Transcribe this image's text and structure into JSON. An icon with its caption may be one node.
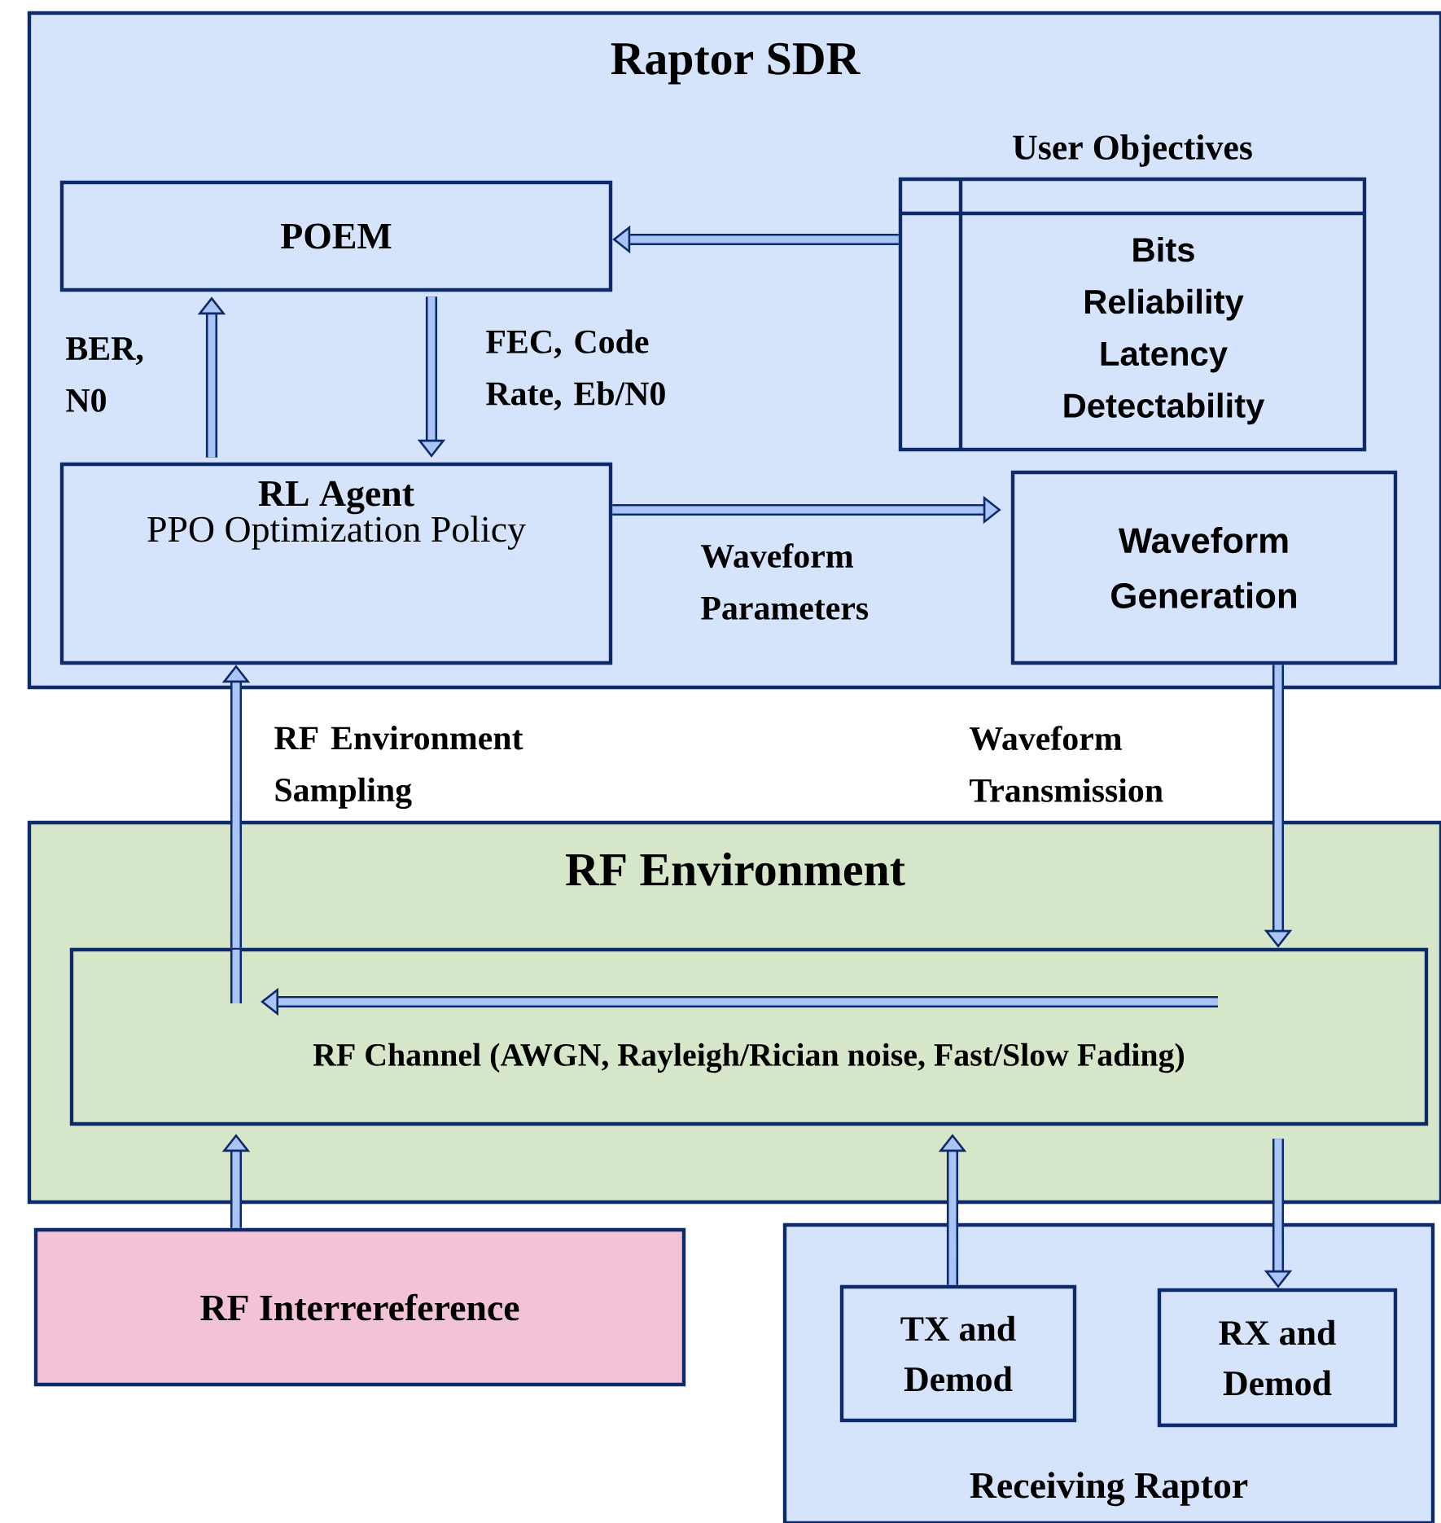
{
  "diagram": {
    "nodes": [
      {
        "text": [
          "Raptor SDR"
        ]
      },
      {
        "text": [
          "POEM"
        ],
        "in": 0
      },
      {
        "text": [
          "User Objectives",
          "Bits",
          "Reliability",
          "Latency",
          "Detectability"
        ],
        "in": 0
      },
      {
        "text": [
          "RL Agent",
          "PPO Optimization Policy"
        ],
        "in": 0
      },
      {
        "text": [
          "Waveform Generation"
        ],
        "in": 0
      },
      {
        "text": [
          "RF Environment"
        ]
      },
      {
        "text": [
          "RF Channel (AWGN, Rayleigh/Rician noise, Fast/Slow Fading)"
        ],
        "in": 5
      },
      {
        "text": [
          "RF Interrereference"
        ]
      },
      {
        "text": [
          "Receiving Raptor"
        ]
      },
      {
        "text": [
          "TX and Demod"
        ],
        "in": 8
      },
      {
        "text": [
          "RX and Demod"
        ],
        "in": 8
      }
    ],
    "edges": [
      {
        "from": 2,
        "to": 1,
        "arrow": "to"
      },
      {
        "from": 3,
        "to": 1,
        "arrow": "to",
        "label": "BER, N0"
      },
      {
        "from": 1,
        "to": 3,
        "arrow": "to",
        "label": "FEC, Code Rate, Eb/N0"
      },
      {
        "from": 3,
        "to": 4,
        "arrow": "to",
        "label": "Waveform Parameters"
      },
      {
        "from": 4,
        "to": 6,
        "arrow": "to",
        "label": "Waveform Transmission"
      },
      {
        "from": 6,
        "to": 3,
        "arrow": "to",
        "label": "RF Environment Sampling"
      },
      {
        "from": 7,
        "to": 6,
        "arrow": "to"
      },
      {
        "from": 9,
        "to": 6,
        "arrow": "to"
      },
      {
        "from": 6,
        "to": 10,
        "arrow": "to"
      }
    ]
  }
}
